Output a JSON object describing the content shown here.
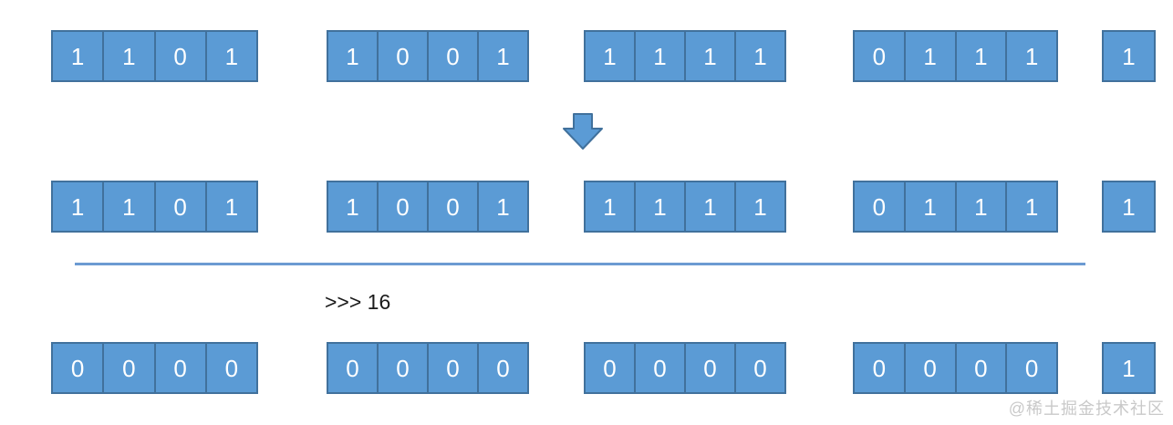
{
  "diagram": {
    "operation_label": ">>> 16",
    "watermark": "@稀土掘金技术社区",
    "rows": [
      {
        "name": "operand-bits-top",
        "groups": [
          [
            "1",
            "1",
            "0",
            "1"
          ],
          [
            "1",
            "0",
            "0",
            "1"
          ],
          [
            "1",
            "1",
            "1",
            "1"
          ],
          [
            "0",
            "1",
            "1",
            "1"
          ],
          [
            "1"
          ]
        ]
      },
      {
        "name": "operand-bits-repeated",
        "groups": [
          [
            "1",
            "1",
            "0",
            "1"
          ],
          [
            "1",
            "0",
            "0",
            "1"
          ],
          [
            "1",
            "1",
            "1",
            "1"
          ],
          [
            "0",
            "1",
            "1",
            "1"
          ],
          [
            "1"
          ]
        ]
      },
      {
        "name": "result-bits-after-shift",
        "groups": [
          [
            "0",
            "0",
            "0",
            "0"
          ],
          [
            "0",
            "0",
            "0",
            "0"
          ],
          [
            "0",
            "0",
            "0",
            "0"
          ],
          [
            "0",
            "0",
            "0",
            "0"
          ],
          [
            "1"
          ]
        ]
      }
    ]
  },
  "icons": {
    "down_arrow": "down-arrow-icon"
  },
  "colors": {
    "cell_fill": "#5b9bd5",
    "cell_border": "#41719c",
    "cell_text": "#ffffff",
    "divider_line": "#6c9bd2",
    "arrow_fill": "#5b9bd5",
    "arrow_border": "#41719c",
    "label_text": "#1a1a1a",
    "watermark_text": "#c9c9c9"
  }
}
